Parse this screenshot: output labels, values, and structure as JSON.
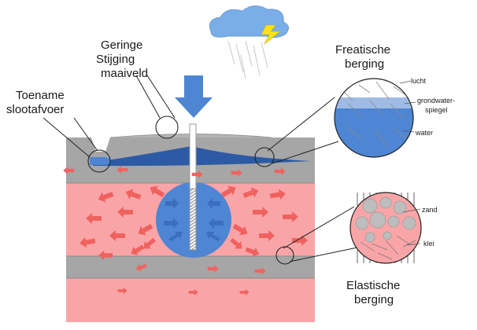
{
  "labels": {
    "geringe": [
      "Geringe",
      "Stijging",
      "maaiveld"
    ],
    "toename": [
      "Toename",
      "slootafvoer"
    ],
    "freatisch": [
      "Freatische",
      "berging"
    ],
    "elastisch": [
      "Elastische",
      "berging"
    ],
    "lucht": "lucht",
    "grondwaterspiegel": [
      "grondwater-",
      "spiegel"
    ],
    "water": "water",
    "zand": "zand",
    "klei": "klei"
  },
  "colors": {
    "clay": "#a6a6a6",
    "sand": "#f9a5a8",
    "water": "#4e86d3",
    "arrow": "#f0625f",
    "cloud": "#7aaee8",
    "lightning": "#ffe11a"
  }
}
